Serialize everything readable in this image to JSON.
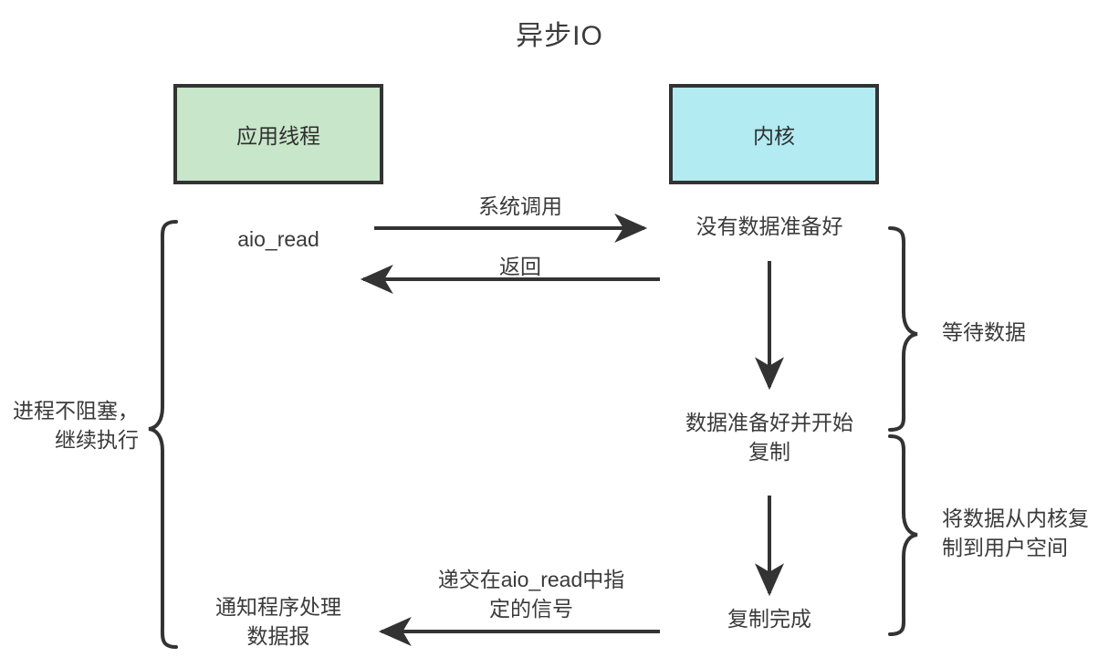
{
  "diagram": {
    "title": "异步IO",
    "boxes": {
      "app_thread": {
        "label": "应用线程",
        "fill": "#c8e6c9",
        "stroke": "#333333"
      },
      "kernel": {
        "label": "内核",
        "fill": "#b2ebf2",
        "stroke": "#333333"
      }
    },
    "arrows": {
      "syscall": {
        "label": "系统调用",
        "direction": "right"
      },
      "return": {
        "label": "返回",
        "direction": "left"
      },
      "kernel_step_1": {
        "label": "",
        "direction": "down"
      },
      "kernel_step_2": {
        "label": "",
        "direction": "down"
      },
      "signal": {
        "label": "递交在aio_read中指\n定的信号",
        "direction": "left"
      }
    },
    "app_states": {
      "aio_read": "aio_read",
      "notify": "通知程序处理\n数据报"
    },
    "kernel_states": {
      "no_data": "没有数据准备好",
      "data_ready": "数据准备好并开始\n复制",
      "copy_done": "复制完成"
    },
    "annotations": {
      "left_brace": "进程不阻塞，\n继续执行",
      "right_brace_top": "等待数据",
      "right_brace_bottom": "将数据从内核复\n制到用户空间"
    },
    "colors": {
      "line": "#333333",
      "text": "#3a3a3a",
      "background": "#ffffff"
    }
  }
}
